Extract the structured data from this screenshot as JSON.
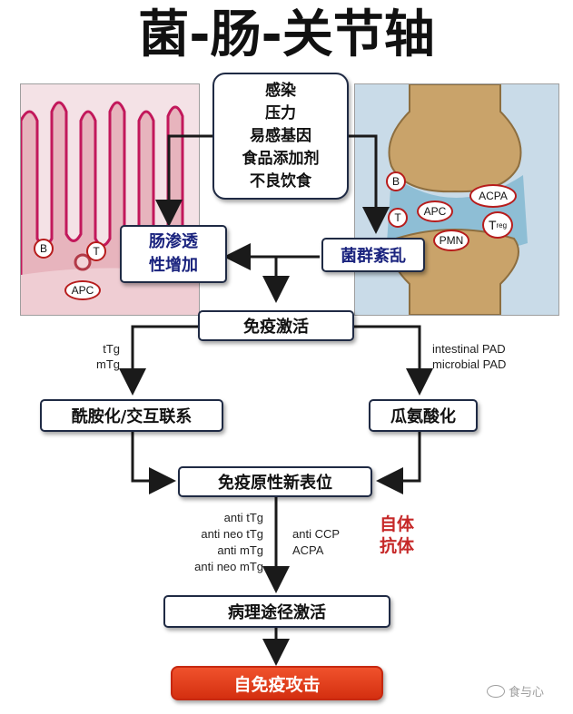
{
  "title": "菌-肠-关节轴",
  "triggers": [
    "感染",
    "压力",
    "易感基因",
    "食品添加剂",
    "不良饮食"
  ],
  "gut_box": [
    "肠渗透",
    "性增加"
  ],
  "dysbiosis_box": "菌群紊乱",
  "immune_activation": "免疫激活",
  "left_markers": [
    "tTg",
    "mTg"
  ],
  "right_markers": [
    "intestinal PAD",
    "microbial PAD"
  ],
  "left_process": "酰胺化/交互联系",
  "right_process": "瓜氨酸化",
  "neoepitope": "免疫原性新表位",
  "antibodies_left": [
    "anti tTg",
    "anti neo tTg",
    "anti mTg",
    "anti neo mTg"
  ],
  "antibodies_right": [
    "anti CCP",
    "ACPA"
  ],
  "autoantibody_label": [
    "自体",
    "抗体"
  ],
  "pathway": "病理途径激活",
  "attack": "自免疫攻击",
  "gut_cells": [
    "B",
    "T",
    "APC"
  ],
  "joint_cells": [
    "B",
    "T",
    "APC",
    "ACPA",
    "PMN",
    "T",
    "reg"
  ],
  "watermark": "食与心",
  "colors": {
    "box_border": "#1f2a44",
    "blue_text": "#1a237e",
    "red_text": "#c62828",
    "attack_fill": "#e53919"
  }
}
